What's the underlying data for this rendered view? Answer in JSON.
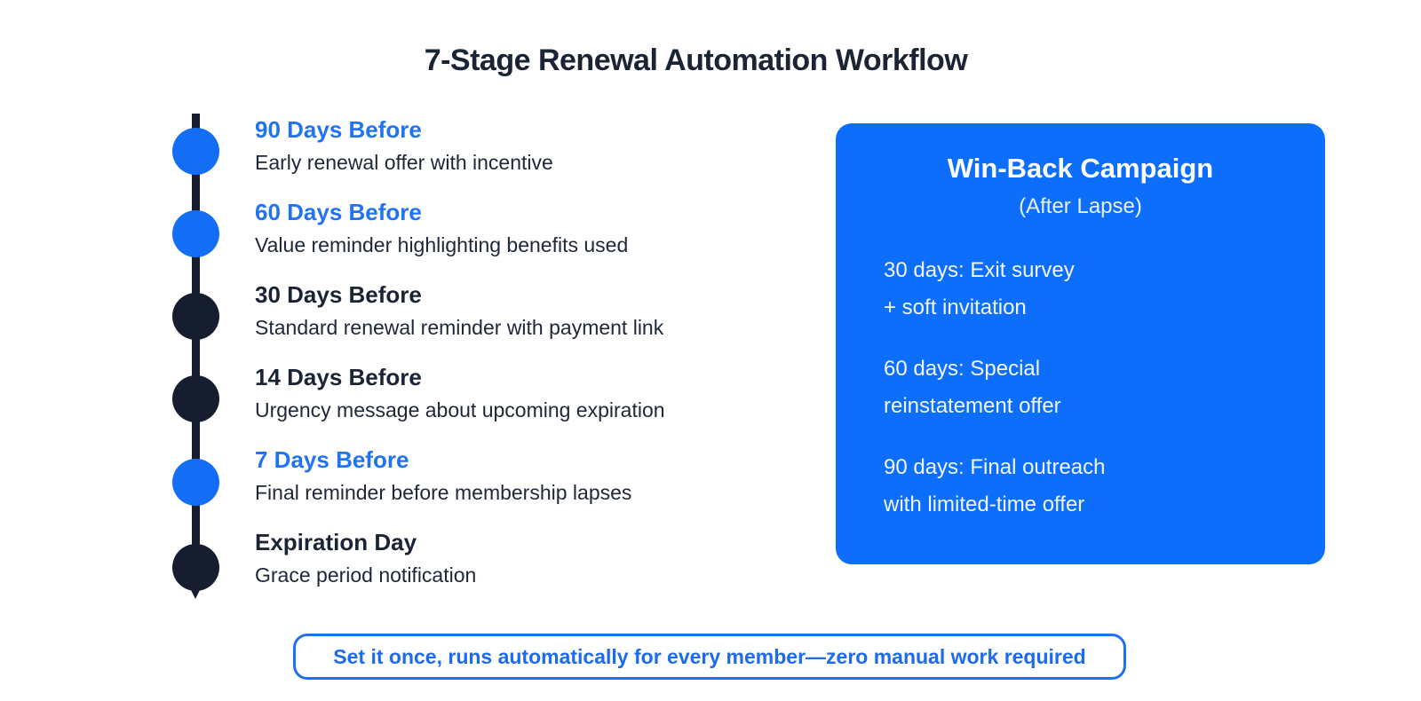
{
  "title": "7-Stage Renewal Automation Workflow",
  "colors": {
    "accent_blue": "#0d6efc",
    "heading_blue": "#2173f2",
    "dark_navy": "#151d2e",
    "text_dark": "#1e2738",
    "banner_blue": "#1c6af0"
  },
  "timeline": {
    "stages": [
      {
        "label": "90 Days Before",
        "description": "Early renewal offer with incentive",
        "highlight": true
      },
      {
        "label": "60 Days Before",
        "description": "Value reminder highlighting benefits used",
        "highlight": true
      },
      {
        "label": "30 Days Before",
        "description": "Standard renewal reminder with payment link",
        "highlight": false
      },
      {
        "label": "14 Days Before",
        "description": "Urgency message about upcoming expiration",
        "highlight": false
      },
      {
        "label": "7 Days Before",
        "description": "Final reminder before membership lapses",
        "highlight": true
      },
      {
        "label": "Expiration Day",
        "description": "Grace period notification",
        "highlight": false
      }
    ]
  },
  "winback_card": {
    "title": "Win-Back Campaign",
    "subtitle": "(After Lapse)",
    "items": [
      {
        "line1": "30 days: Exit survey",
        "line2": "+ soft invitation"
      },
      {
        "line1": "60 days: Special",
        "line2": "reinstatement offer"
      },
      {
        "line1": "90 days: Final outreach",
        "line2": "with limited-time offer"
      }
    ]
  },
  "footer_banner": {
    "text": "Set it once, runs automatically for every member—zero manual work required"
  }
}
